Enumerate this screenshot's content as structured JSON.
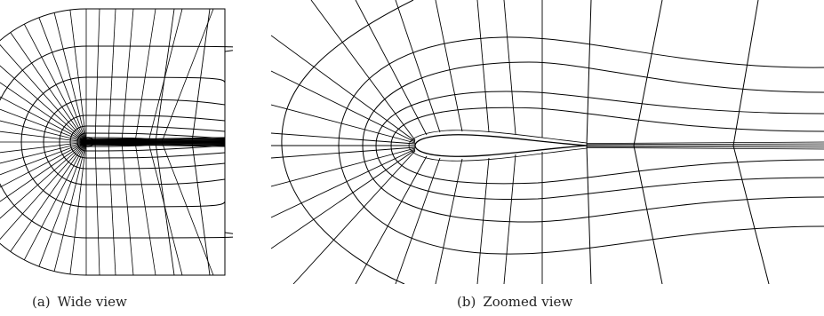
{
  "figures": [
    {
      "id": "a",
      "label": "(a)",
      "caption": "Wide view"
    },
    {
      "id": "b",
      "label": "(b)",
      "caption": "Zoomed view"
    }
  ]
}
